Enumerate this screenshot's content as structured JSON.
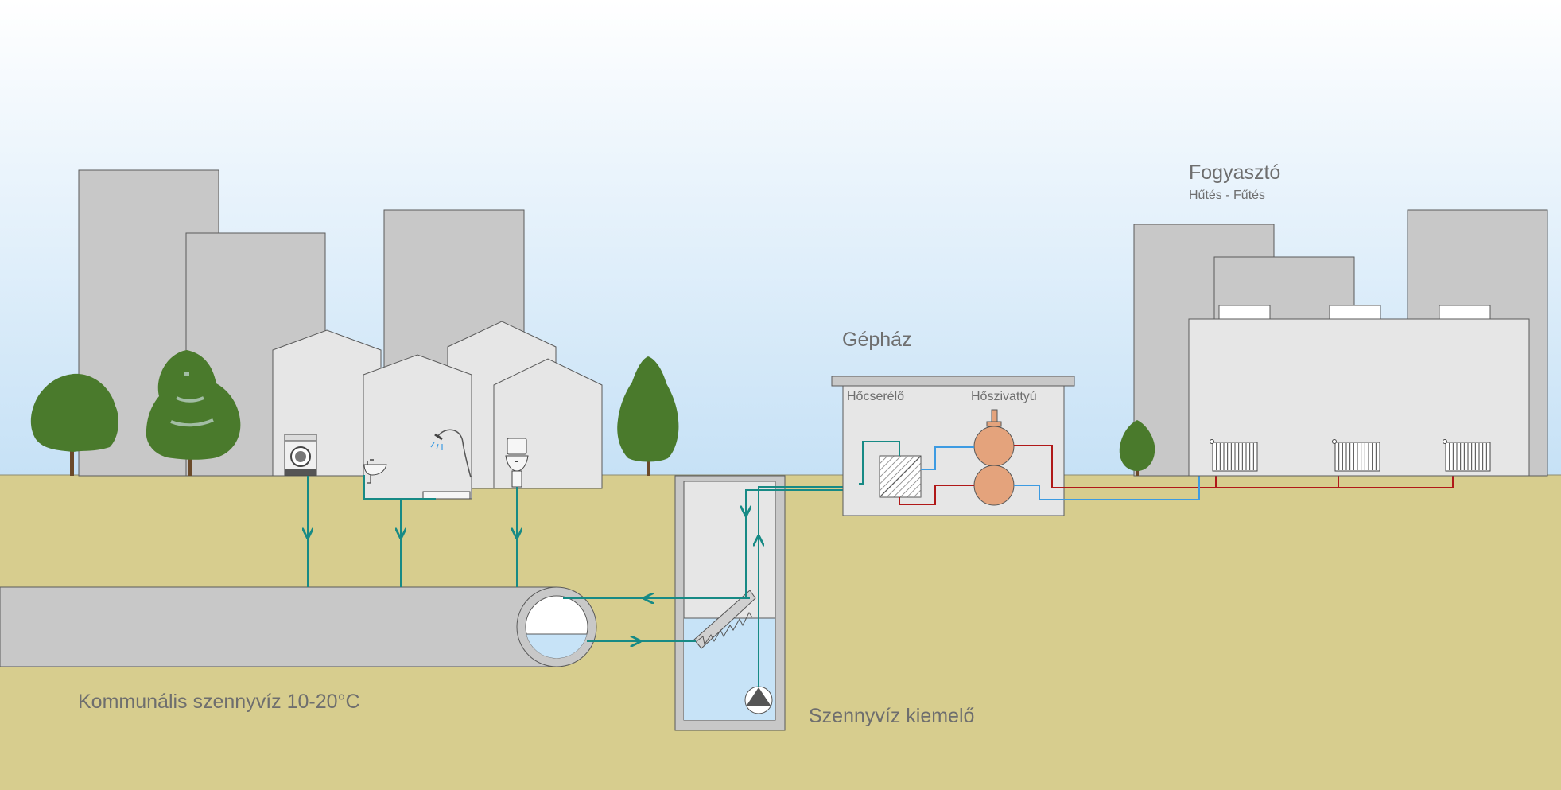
{
  "labels": {
    "consumer_title": "Fogyasztó",
    "consumer_subtitle": "Hűtés - Fűtés",
    "machine_room": "Gépház",
    "heat_exchanger": "Hőcserélő",
    "heat_pump": "Hőszivattyú",
    "sewage_lift": "Szennyvíz kiemelő",
    "sewer": "Kommunális szennyvíz 10-20°C"
  },
  "colors": {
    "sky_top": "#ffffff",
    "sky_bottom": "#c6e1f6",
    "ground": "#d7cd8e",
    "building": "#c8c8c8",
    "house": "#e6e6e6",
    "tree": "#4a7a2c",
    "wastewater_line": "#178a85",
    "cold_line": "#3d9be2",
    "hot_line": "#b01818",
    "heat_pump_tank": "#e4a37c",
    "water": "#c7e3f7",
    "label_text": "#6e6e6e"
  },
  "icons": [
    "washing-machine-icon",
    "sink-icon",
    "shower-icon",
    "toilet-icon",
    "radiator-icon",
    "pump-icon",
    "filter-screen-icon"
  ]
}
